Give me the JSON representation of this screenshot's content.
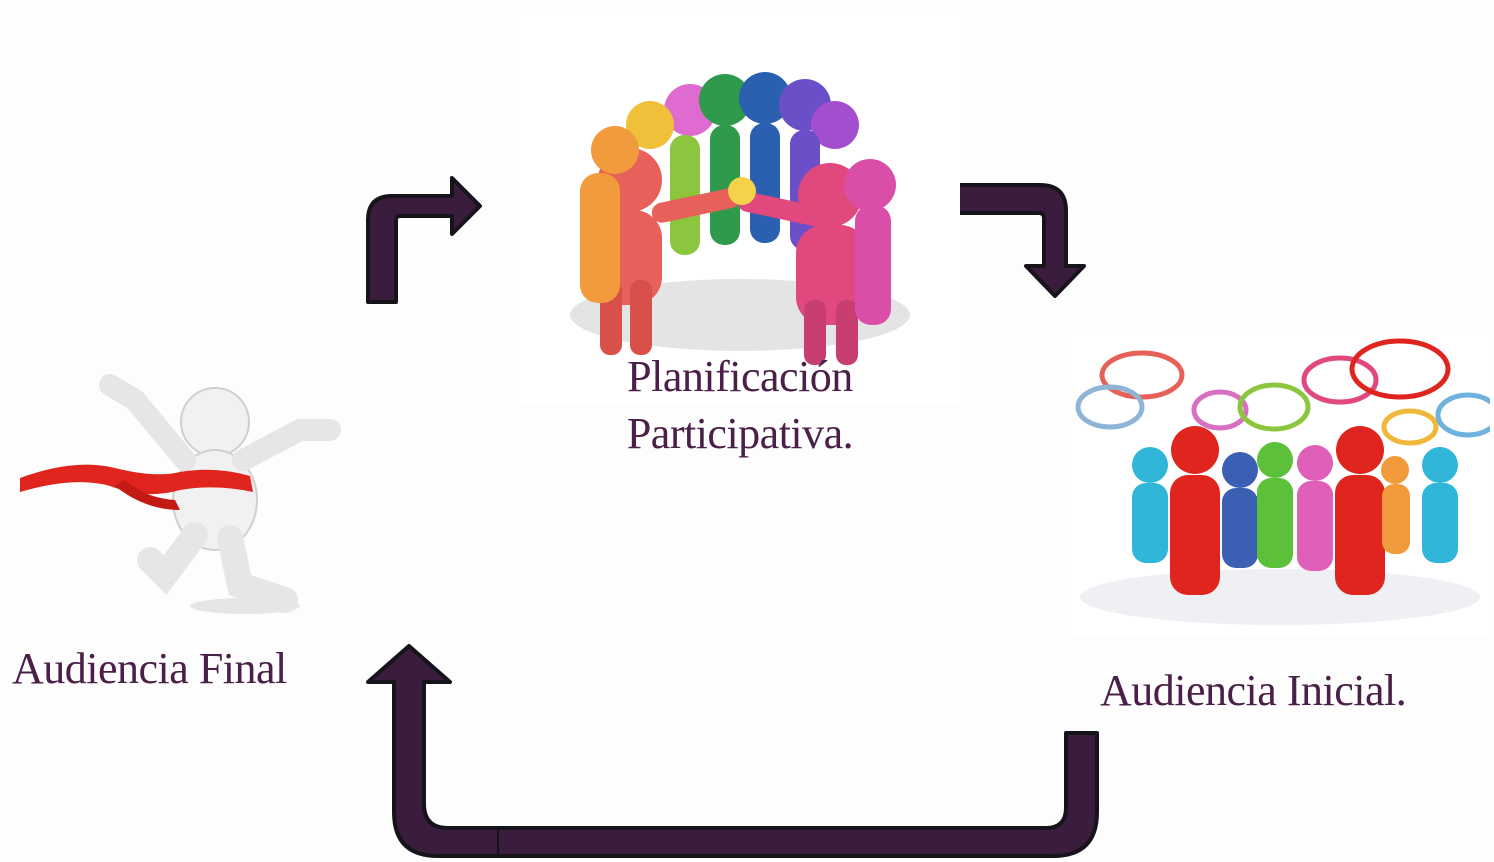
{
  "diagram": {
    "colors": {
      "arrow_fill": "#3a1d3c",
      "arrow_outline": "#16131b",
      "label_text": "#4a2048"
    },
    "nodes": {
      "planificacion": {
        "line1": "Planificación",
        "line2": "Participativa."
      },
      "audiencia_final": {
        "label": "Audiencia Final"
      },
      "audiencia_inicial": {
        "label": "Audiencia Inicial."
      }
    },
    "illustrations": {
      "planificacion": "team-circle-hands-together-illustration",
      "audiencia_final": "runner-crossing-finish-line-illustration",
      "audiencia_inicial": "crowd-with-speech-bubbles-illustration"
    }
  }
}
